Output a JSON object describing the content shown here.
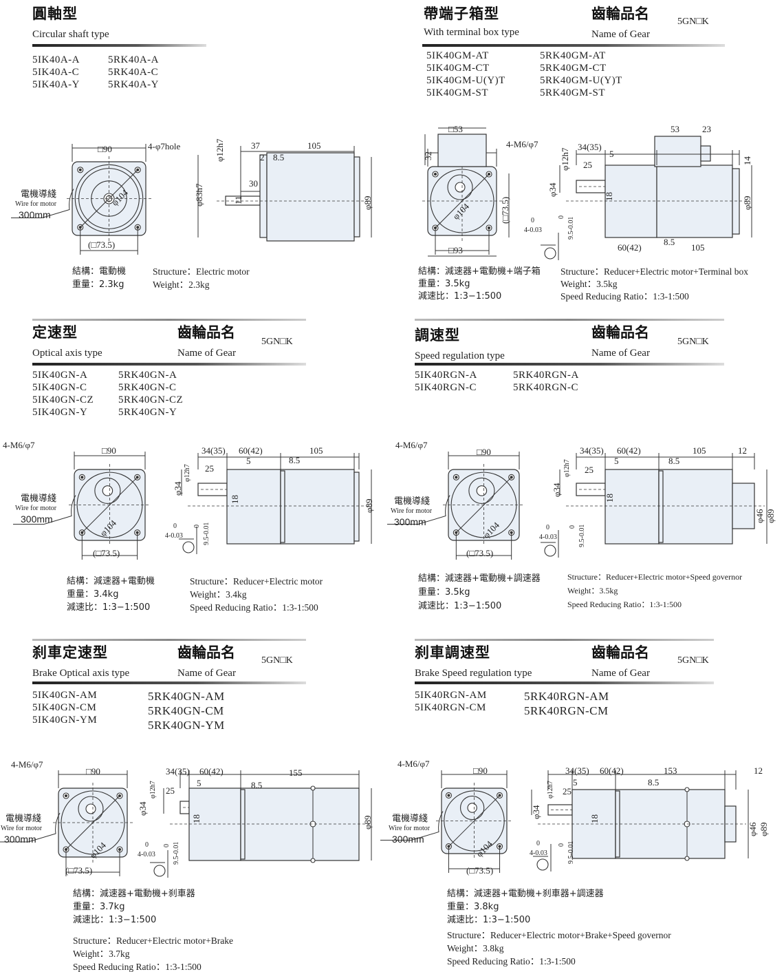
{
  "sections": [
    {
      "title_cn": "圓軸型",
      "title_en": "Circular shaft type",
      "models_left": [
        "5IK40A-A",
        "5IK40A-C",
        "5IK40A-Y"
      ],
      "models_right": [
        "5RK40A-A",
        "5RK40A-C",
        "5RK40A-Y"
      ],
      "specs_cn": [
        "結構：電動機",
        "重量：2.3kg"
      ],
      "specs_en": [
        "Structure：Electric motor",
        "Weight：2.3kg"
      ],
      "dims": [
        "□90",
        "4-φ7hole",
        "φ104",
        "電機導綫",
        "Wire for motor",
        "300mm",
        "(□73.5)",
        "φ12h7",
        "37",
        "105",
        "2",
        "8.5",
        "30",
        "φ83h7",
        "11",
        "φ89"
      ]
    },
    {
      "title_cn": "帶端子箱型",
      "title_en": "With terminal box type",
      "gear_cn": "齒輪品名",
      "gear_en": "Name of Gear",
      "gear_code": "5GN□K",
      "models_left": [
        "5IK40GM-AT",
        "5IK40GM-CT",
        "5IK40GM-U(Y)T",
        "5IK40GM-ST"
      ],
      "models_right": [
        "5RK40GM-AT",
        "5RK40GM-CT",
        "5RK40GM-U(Y)T",
        "5RK40GM-ST"
      ],
      "specs_cn": [
        "結構：減速器+電動機+端子箱",
        "重量：3.5kg",
        "減速比：1:3−1:500"
      ],
      "specs_en": [
        "Structure：Reducer+Electric motor+Terminal box",
        "Weight：3.5kg",
        "Speed Reducing Ratio：1:3-1:500"
      ],
      "dims": [
        "□53",
        "32",
        "4-M6/φ7",
        "φ104",
        "(□73.5)",
        "□93",
        "53",
        "23",
        "34(35)",
        "5",
        "25",
        "φ12h7",
        "φ34",
        "18",
        "14",
        "φ89",
        "0",
        "4-0.03",
        "0",
        "9.5-0.01",
        "60(42)",
        "8.5",
        "105"
      ]
    },
    {
      "title_cn": "定速型",
      "title_en": "Optical axis type",
      "gear_cn": "齒輪品名",
      "gear_en": "Name of Gear",
      "gear_code": "5GN□K",
      "models_left": [
        "5IK40GN-A",
        "5IK40GN-C",
        "5IK40GN-CZ",
        "5IK40GN-Y"
      ],
      "models_right": [
        "5RK40GN-A",
        "5RK40GN-C",
        "5RK40GN-CZ",
        "5RK40GN-Y"
      ],
      "specs_cn": [
        "結構：減速器+電動機",
        "重量：3.4kg",
        "減速比：1:3−1:500"
      ],
      "specs_en": [
        "Structure：Reducer+Electric motor",
        "Weight：3.4kg",
        "Speed Reducing Ratio：1:3-1:500"
      ],
      "dims": [
        "4-M6/φ7",
        "□90",
        "φ104",
        "電機導綫",
        "Wire for motor",
        "300mm",
        "(□73.5)",
        "34(35)",
        "60(42)",
        "105",
        "5",
        "8.5",
        "25",
        "φ12h7",
        "φ34",
        "18",
        "φ89",
        "0",
        "4-0.03",
        "0",
        "9.5-0.01"
      ]
    },
    {
      "title_cn": "調速型",
      "title_en": "Speed regulation type",
      "gear_cn": "齒輪品名",
      "gear_en": "Name of Gear",
      "gear_code": "5GN□K",
      "models_left": [
        "5IK40RGN-A",
        "5IK40RGN-C"
      ],
      "models_right": [
        "5RK40RGN-A",
        "5RK40RGN-C"
      ],
      "specs_cn": [
        "結構：減速器+電動機+調速器",
        "重量：3.5kg",
        "減速比：1:3−1:500"
      ],
      "specs_en": [
        "Structure：Reducer+Electric motor+Speed governor",
        "Weight：3.5kg",
        "Speed Reducing Ratio：1:3-1:500"
      ],
      "dims": [
        "4-M6/φ7",
        "□90",
        "φ104",
        "電機導綫",
        "Wire for motor",
        "300mm",
        "(□73.5)",
        "34(35)",
        "60(42)",
        "105",
        "12",
        "5",
        "8.5",
        "25",
        "φ12h7",
        "φ34",
        "18",
        "φ46",
        "φ89",
        "0",
        "4-0.03",
        "0",
        "9.5-0.01"
      ]
    },
    {
      "title_cn": "刹車定速型",
      "title_en": "Brake Optical axis type",
      "gear_cn": "齒輪品名",
      "gear_en": "Name of Gear",
      "gear_code": "5GN□K",
      "models_left": [
        "5IK40GN-AM",
        "5IK40GN-CM",
        "5IK40GN-YM"
      ],
      "models_right": [
        "5RK40GN-AM",
        "5RK40GN-CM",
        "5RK40GN-YM"
      ],
      "specs_cn": [
        "結構：減速器+電動機+刹車器",
        "重量：3.7kg",
        "減速比：1:3−1:500"
      ],
      "specs_en": [
        "Structure：Reducer+Electric motor+Brake",
        "Weight：3.7kg",
        "Speed Reducing Ratio：1:3-1:500"
      ],
      "dims": [
        "4-M6/φ7",
        "□90",
        "φ104",
        "電機導綫",
        "Wire for motor",
        "300mm",
        "(□73.5)",
        "34(35)",
        "60(42)",
        "155",
        "5",
        "8.5",
        "25",
        "φ12h7",
        "φ34",
        "18",
        "φ89",
        "0",
        "4-0.03",
        "0",
        "9.5-0.01"
      ]
    },
    {
      "title_cn": "刹車調速型",
      "title_en": "Brake Speed regulation type",
      "gear_cn": "齒輪品名",
      "gear_en": "Name of Gear",
      "gear_code": "5GN□K",
      "models_left": [
        "5IK40RGN-AM",
        "5IK40RGN-CM"
      ],
      "models_right": [
        "5RK40RGN-AM",
        "5RK40RGN-CM"
      ],
      "specs_cn": [
        "結構：減速器+電動機+刹車器+調速器",
        "重量：3.8kg",
        "減速比：1:3−1:500"
      ],
      "specs_en": [
        "Structure：Reducer+Electric motor+Brake+Speed governor",
        "Weight：3.8kg",
        "Speed Reducing Ratio：1:3-1:500"
      ],
      "dims": [
        "4-M6/φ7",
        "□90",
        "φ104",
        "電機導綫",
        "Wire for motor",
        "300mm",
        "(□73.5)",
        "34(35)",
        "60(42)",
        "153",
        "12",
        "5",
        "8.5",
        "25",
        "φ12h7",
        "φ34",
        "18",
        "φ46",
        "φ89",
        "0",
        "4-0.03",
        "0",
        "9.5-0.01"
      ]
    }
  ],
  "colors": {
    "body_fill": "#e9eff6",
    "line": "#333333"
  }
}
